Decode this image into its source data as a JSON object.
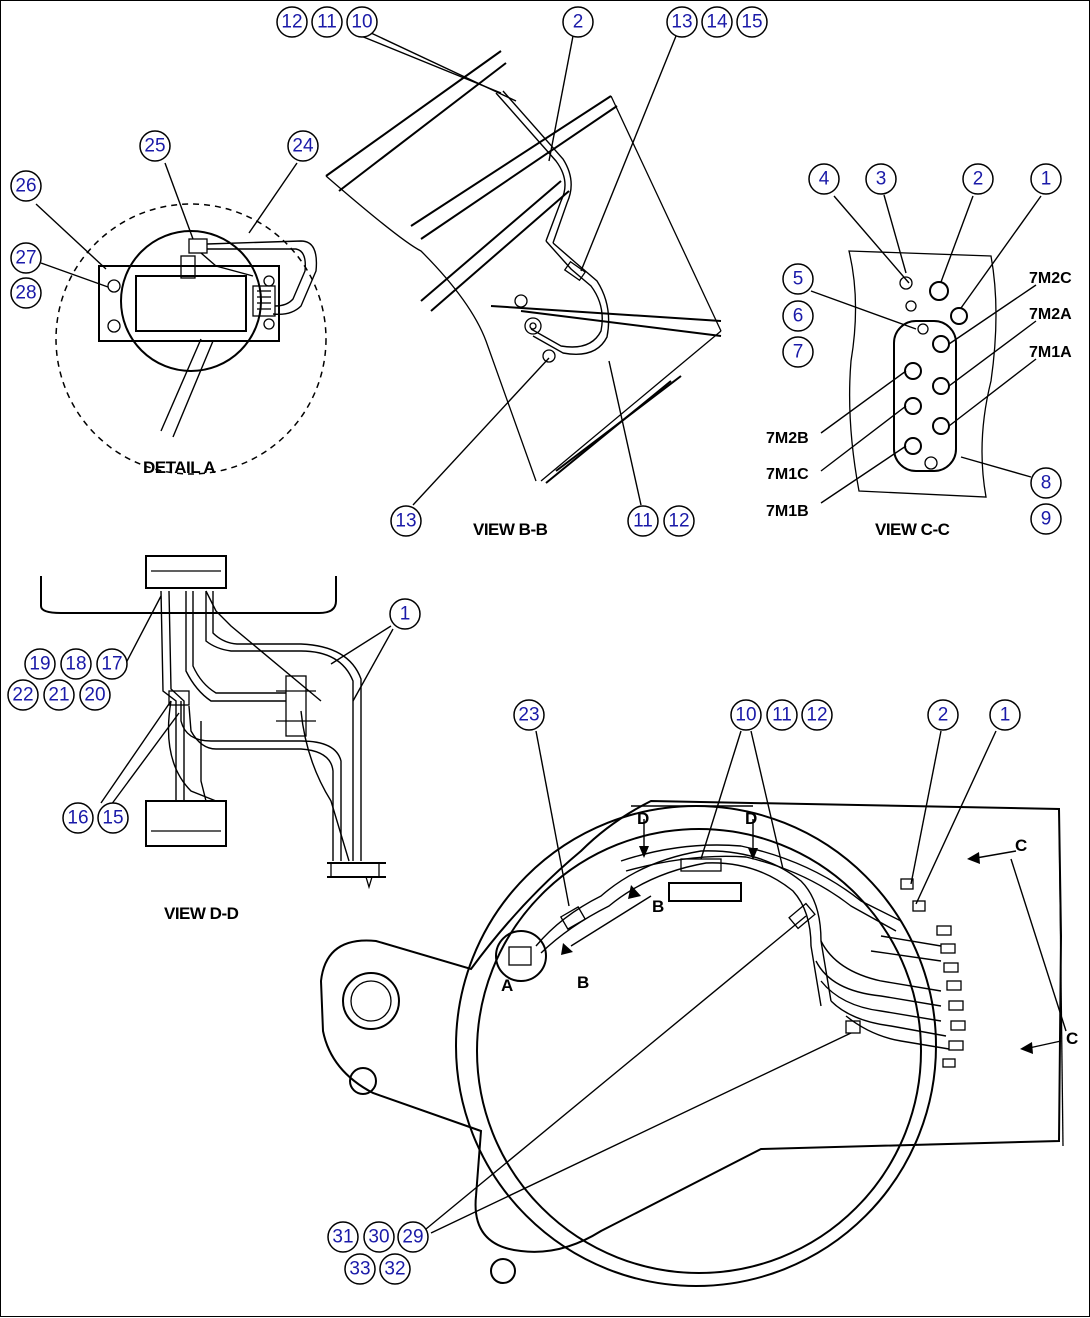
{
  "views": {
    "detail_a": "DETAIL A",
    "view_bb": "VIEW B-B",
    "view_cc": "VIEW C-C",
    "view_dd": "VIEW D-D"
  },
  "wire_labels": {
    "m2c": "7M2C",
    "m2a": "7M2A",
    "m1a": "7M1A",
    "m2b": "7M2B",
    "m1c": "7M1C",
    "m1b": "7M1B"
  },
  "section_marks": {
    "a": "A",
    "b1": "B",
    "b2": "B",
    "c1": "C",
    "c2": "C",
    "d1": "D",
    "d2": "D"
  },
  "balloons": {
    "b12a": "12",
    "b11a": "11",
    "b10a": "10",
    "b2a": "2",
    "b13a": "13",
    "b14a": "14",
    "b15a": "15",
    "b25": "25",
    "b24": "24",
    "b26": "26",
    "b27": "27",
    "b28": "28",
    "b13b": "13",
    "b11b": "11",
    "b12b": "12",
    "b4": "4",
    "b3": "3",
    "b2b": "2",
    "b1a": "1",
    "b5": "5",
    "b6": "6",
    "b7": "7",
    "b8": "8",
    "b9": "9",
    "b1b": "1",
    "b19": "19",
    "b18": "18",
    "b17": "17",
    "b22": "22",
    "b21": "21",
    "b20": "20",
    "b16": "16",
    "b15b": "15",
    "b23": "23",
    "b10b": "10",
    "b11c": "11",
    "b12c": "12",
    "b2c": "2",
    "b1c": "1",
    "b31": "31",
    "b30": "30",
    "b29": "29",
    "b33": "33",
    "b32": "32"
  }
}
